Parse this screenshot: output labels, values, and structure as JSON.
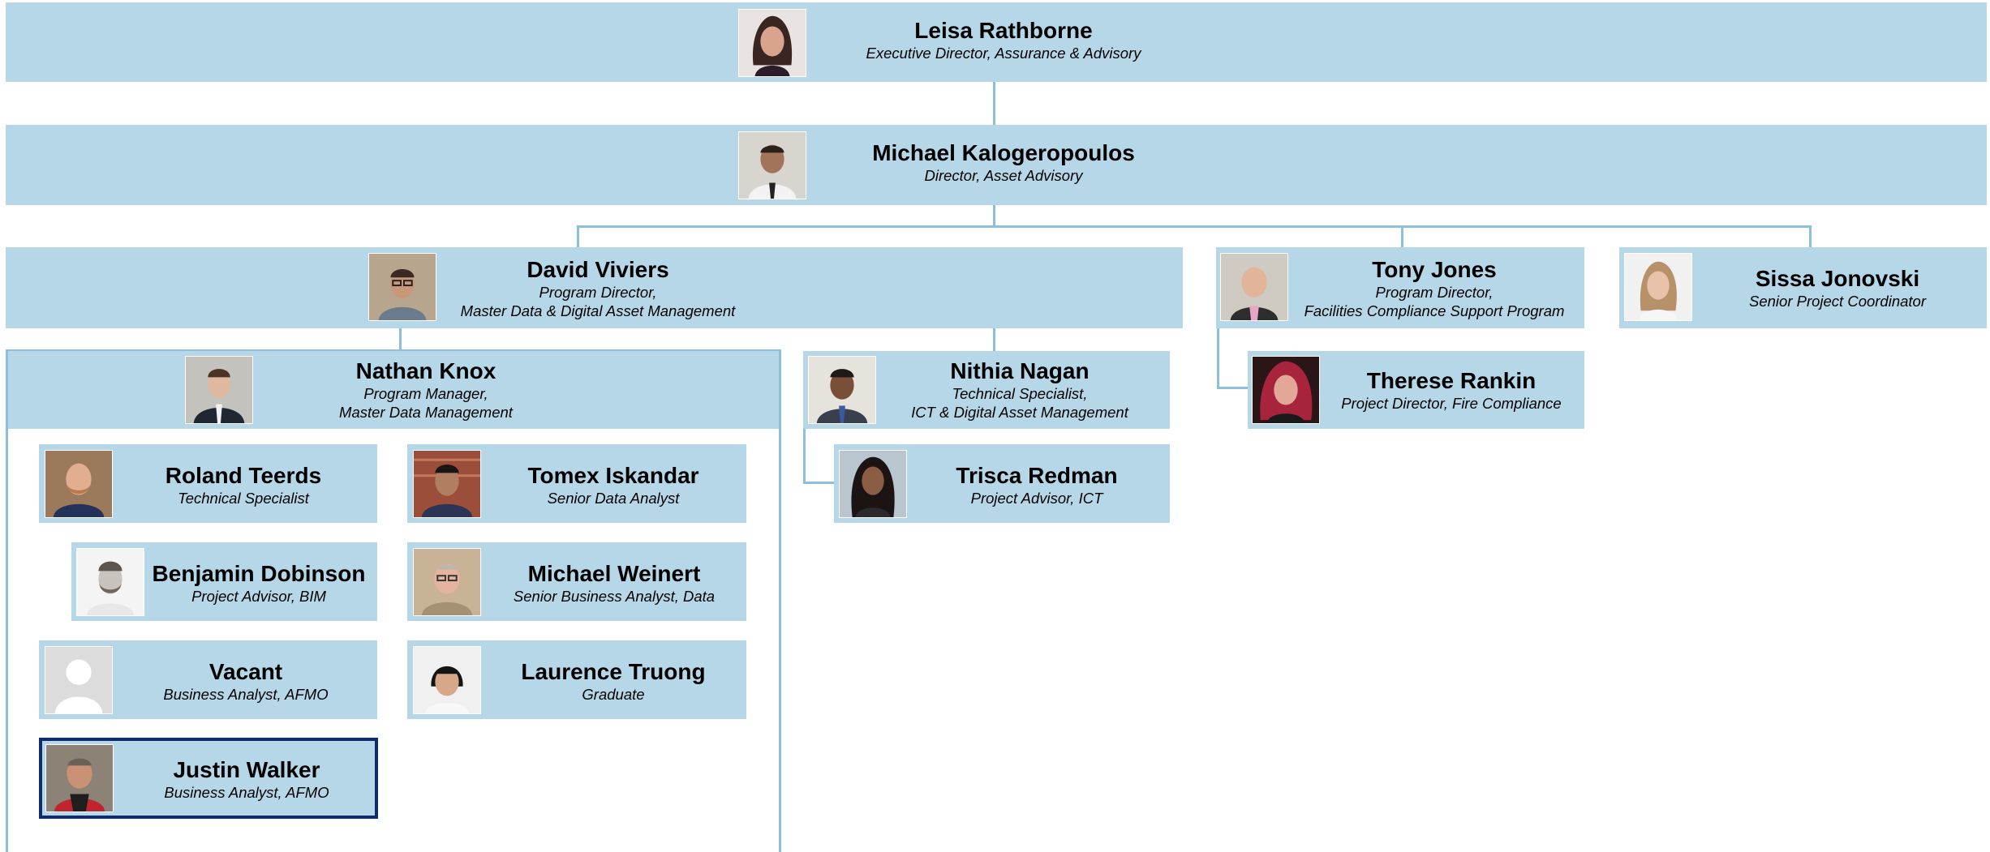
{
  "people": {
    "leisa": {
      "name": "Leisa Rathborne",
      "title": "Executive Director, Assurance & Advisory",
      "title2": ""
    },
    "michael_k": {
      "name": "Michael Kalogeropoulos",
      "title": "Director, Asset Advisory",
      "title2": ""
    },
    "david": {
      "name": "David Viviers",
      "title": "Program Director,",
      "title2": "Master Data & Digital Asset Management"
    },
    "tony": {
      "name": "Tony Jones",
      "title": "Program Director,",
      "title2": "Facilities Compliance Support Program"
    },
    "sissa": {
      "name": "Sissa Jonovski",
      "title": "Senior Project Coordinator",
      "title2": ""
    },
    "nathan": {
      "name": "Nathan Knox",
      "title": "Program Manager,",
      "title2": "Master Data Management"
    },
    "nithia": {
      "name": "Nithia Nagan",
      "title": "Technical Specialist,",
      "title2": "ICT & Digital Asset Management"
    },
    "therese": {
      "name": "Therese Rankin",
      "title": "Project Director, Fire Compliance",
      "title2": ""
    },
    "roland": {
      "name": "Roland Teerds",
      "title": "Technical Specialist",
      "title2": ""
    },
    "tomex": {
      "name": "Tomex Iskandar",
      "title": "Senior Data Analyst",
      "title2": ""
    },
    "trisca": {
      "name": "Trisca Redman",
      "title": "Project Advisor, ICT",
      "title2": ""
    },
    "benjamin": {
      "name": "Benjamin Dobinson",
      "title": "Project Advisor, BIM",
      "title2": ""
    },
    "michael_w": {
      "name": "Michael Weinert",
      "title": "Senior Business Analyst, Data",
      "title2": ""
    },
    "vacant": {
      "name": "Vacant",
      "title": "Business Analyst, AFMO",
      "title2": ""
    },
    "laurence": {
      "name": "Laurence Truong",
      "title": "Graduate",
      "title2": ""
    },
    "justin": {
      "name": "Justin Walker",
      "title": "Business Analyst, AFMO",
      "title2": ""
    }
  },
  "colors": {
    "box": "#b6d7e8",
    "connector": "#8cc0de",
    "selected_border": "#0f2d6b"
  },
  "icons": {
    "photo": "person-photo-icon",
    "vacant": "placeholder-avatar-icon"
  }
}
